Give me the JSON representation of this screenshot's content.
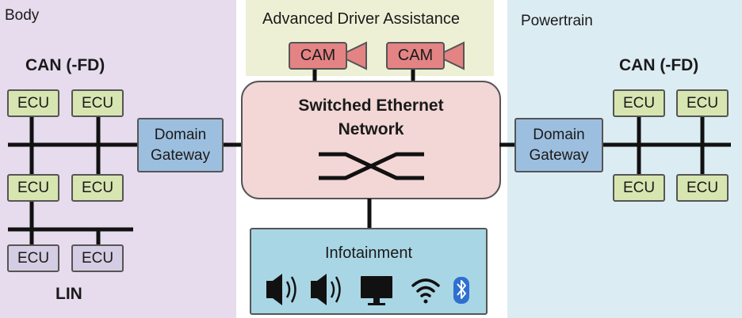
{
  "zones": {
    "body": {
      "title": "Body",
      "color": "#e6dced"
    },
    "adas": {
      "title": "Advanced Driver Assistance",
      "color": "#edf0d4"
    },
    "powertrain": {
      "title": "Powertrain",
      "color": "#dcecf3"
    }
  },
  "body": {
    "can_label": "CAN (-FD)",
    "lin_label": "LIN",
    "ecu_label": "ECU",
    "gateway_line1": "Domain",
    "gateway_line2": "Gateway"
  },
  "powertrain": {
    "can_label": "CAN (-FD)",
    "ecu_label": "ECU",
    "gateway_line1": "Domain",
    "gateway_line2": "Gateway"
  },
  "adas": {
    "cameras": [
      "CAM",
      "CAM"
    ]
  },
  "ethernet": {
    "title_line1": "Switched Ethernet",
    "title_line2": "Network"
  },
  "infotainment": {
    "title": "Infotainment",
    "icons": [
      "speaker-icon",
      "speaker-icon",
      "monitor-icon",
      "wifi-icon",
      "bluetooth-icon"
    ]
  },
  "colors": {
    "ecu_fill": "#d7e6b1",
    "lin_ecu_fill": "#d5cde3",
    "gateway_fill": "#9dbfdf",
    "cam_fill": "#e48383",
    "ethernet_fill": "#f3d6d6",
    "infotainment_fill": "#a9d6e4",
    "bluetooth": "#2e6fd1"
  }
}
